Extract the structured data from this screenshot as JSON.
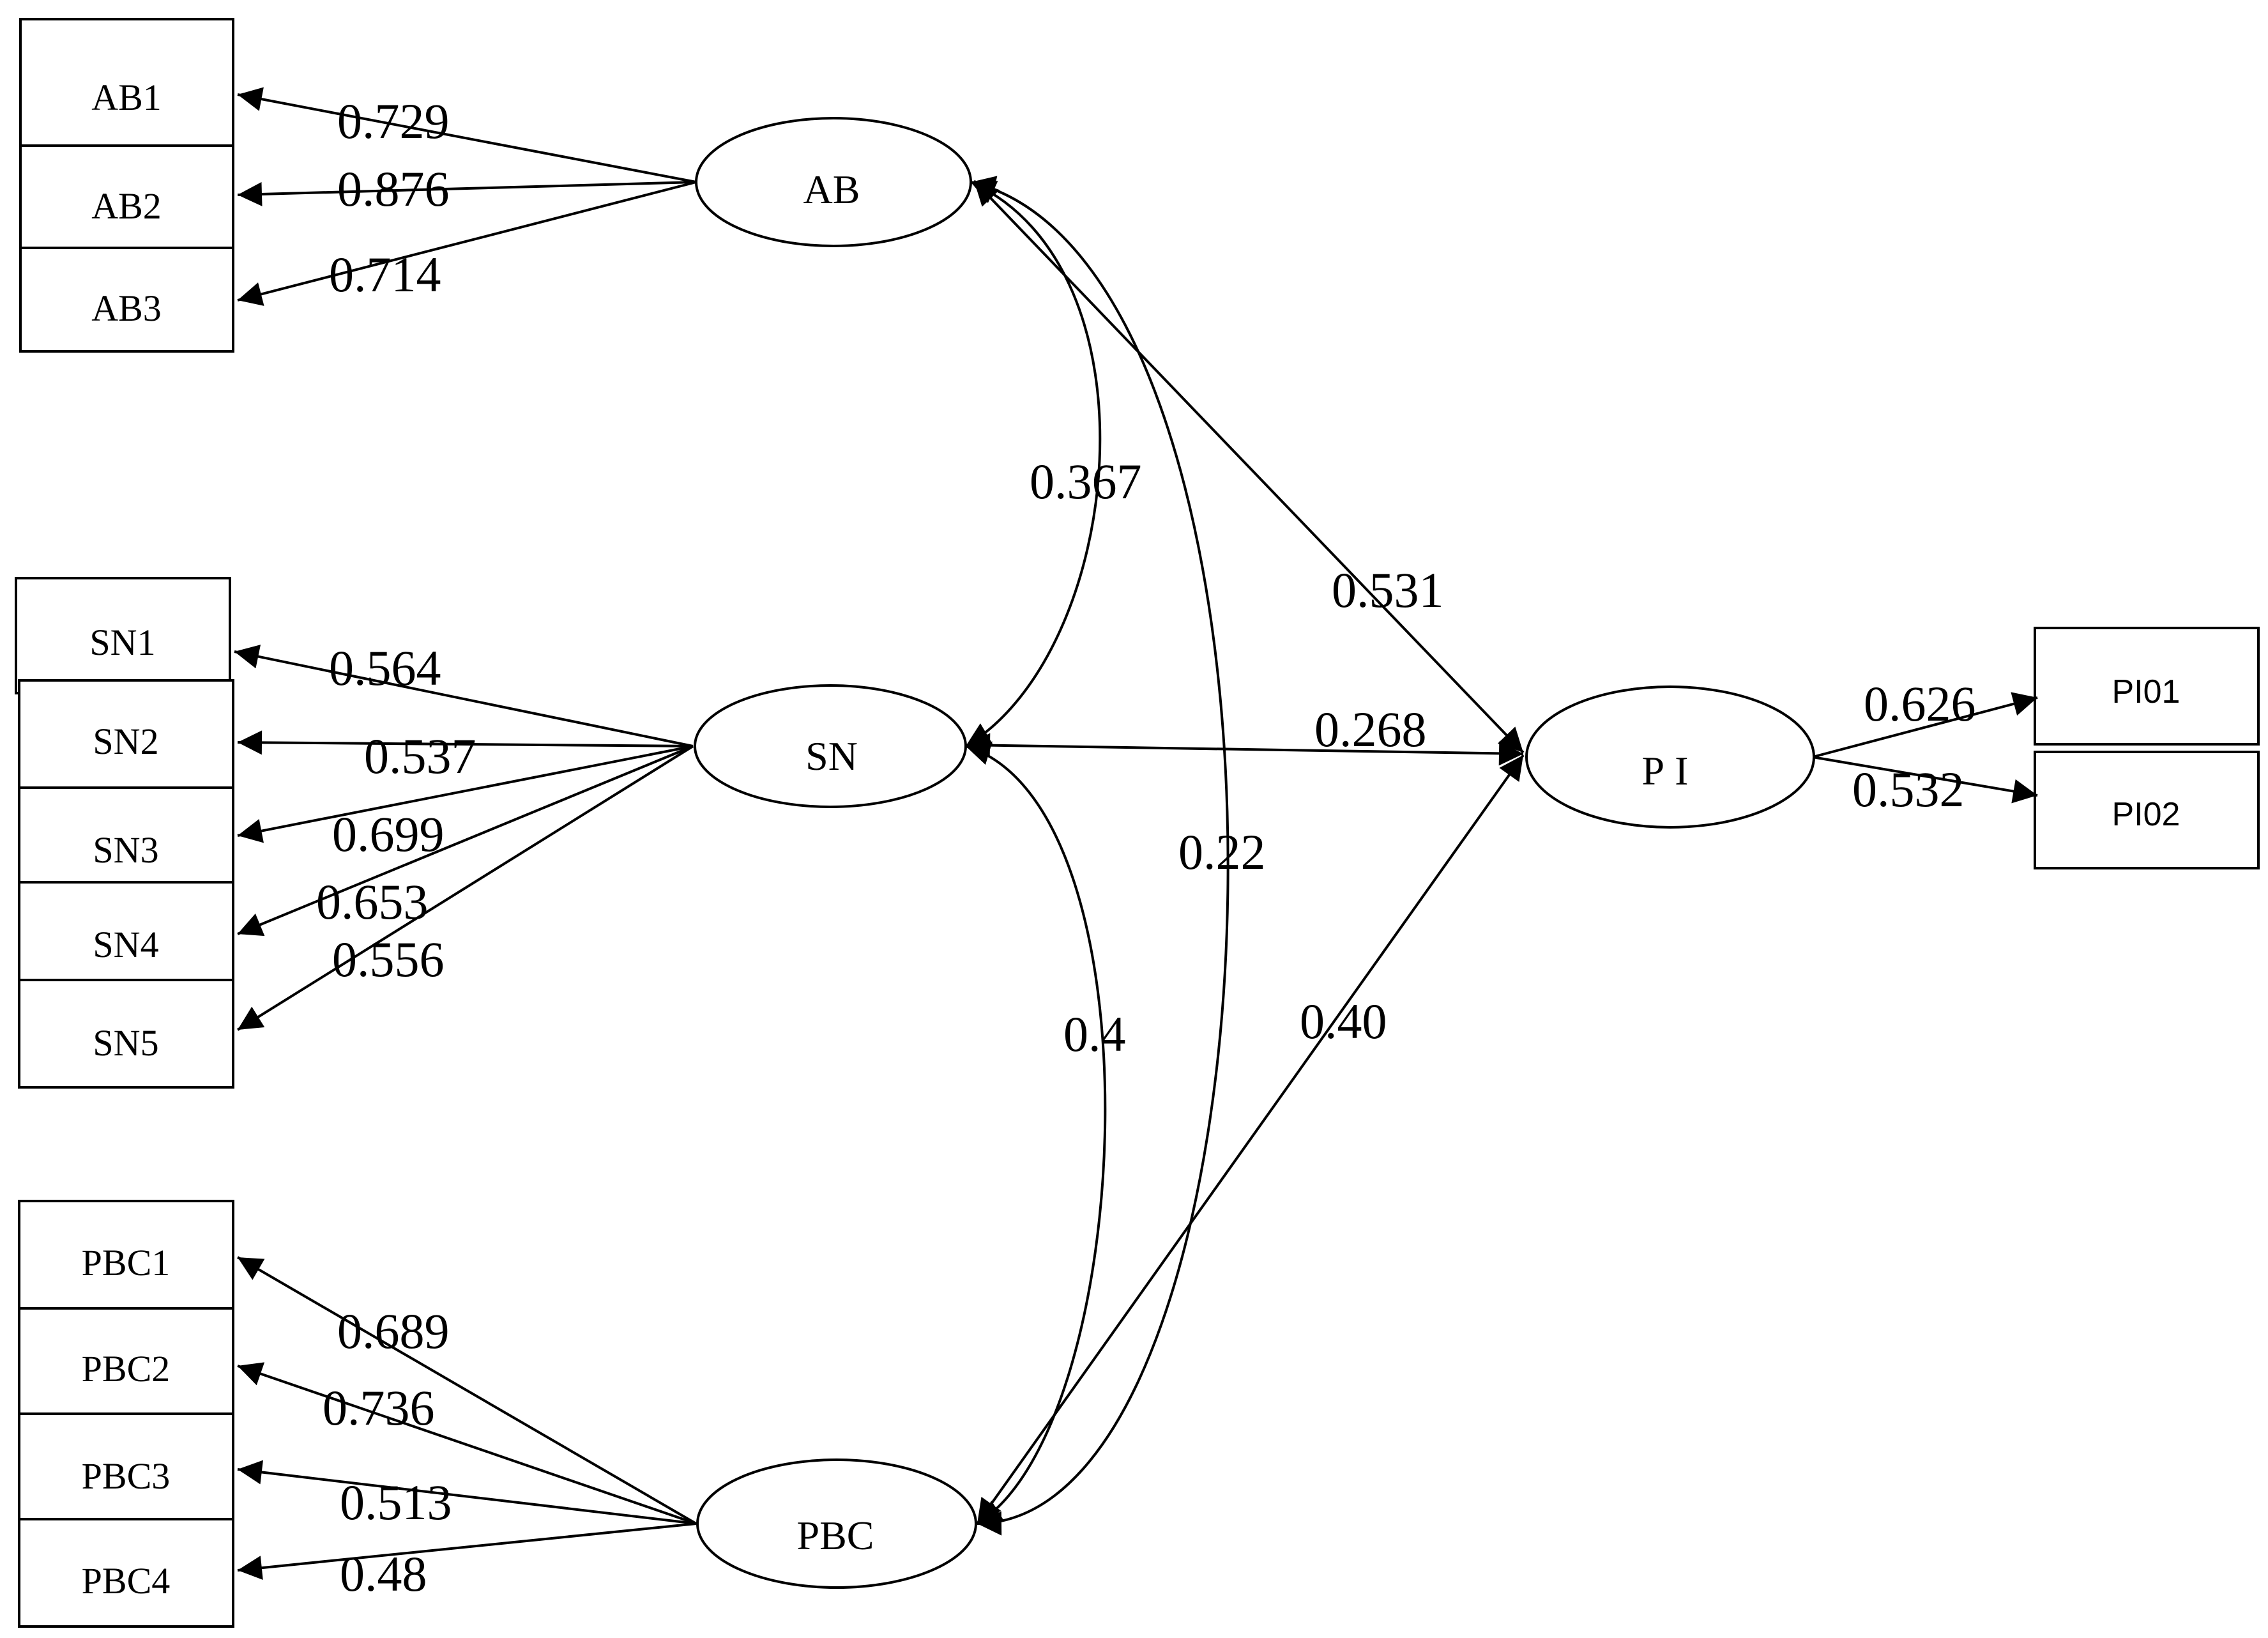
{
  "latents": {
    "ab": "AB",
    "sn": "SN",
    "pbc": "PBC",
    "pi": "PI"
  },
  "indicators": {
    "ab": [
      "AB1",
      "AB2",
      "AB3"
    ],
    "sn": [
      "SN1",
      "SN2",
      "SN3",
      "SN4",
      "SN5"
    ],
    "pbc": [
      "PBC1",
      "PBC2",
      "PBC3",
      "PBC4"
    ],
    "pi": [
      "PI01",
      "PI02"
    ]
  },
  "loadings": {
    "ab": [
      "0.729",
      "0.876",
      "0.714"
    ],
    "sn": [
      "0.564",
      "0.537",
      "0.699",
      "0.653",
      "0.556"
    ],
    "pbc": [
      "0.689",
      "0.736",
      "0.513",
      "0.48"
    ],
    "pi": [
      "0.626",
      "0.532"
    ]
  },
  "paths": {
    "ab_sn": "0.367",
    "ab_pbc": "0.22",
    "sn_pbc": "0.4",
    "ab_pi": "0.531",
    "sn_pi": "0.268",
    "pbc_pi": "0.40"
  }
}
